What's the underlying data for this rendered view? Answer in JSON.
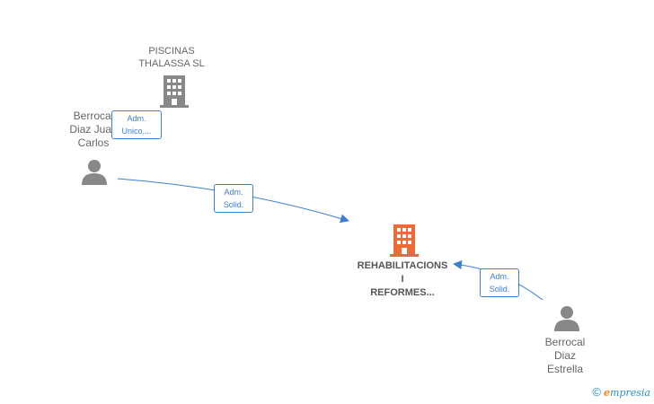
{
  "nodes": {
    "piscinas": {
      "line1": "PISCINAS",
      "line2": "THALASSA  SL"
    },
    "berrocal_juan": {
      "line1": "Berrocal",
      "line2": "Diaz Juan",
      "line3": "Carlos"
    },
    "rehabilitaciones": {
      "line1": "REHABILITACIONS",
      "line2": "I",
      "line3": "REFORMES..."
    },
    "berrocal_estrella": {
      "line1": "Berrocal",
      "line2": "Diaz",
      "line3": "Estrella"
    }
  },
  "edges": {
    "juan_to_piscinas": {
      "line1": "Adm.",
      "line2": "Unico,..."
    },
    "juan_to_rehab": {
      "line1": "Adm.",
      "line2": "Solid."
    },
    "estrella_to_rehab": {
      "line1": "Adm.",
      "line2": "Solid."
    }
  },
  "watermark": {
    "copyright": "©",
    "brand_e": "e",
    "brand_rest": "mpresia"
  },
  "colors": {
    "edge": "#3b7fd4",
    "person": "#888888",
    "company": "#888888",
    "focus_company": "#f06a35"
  }
}
